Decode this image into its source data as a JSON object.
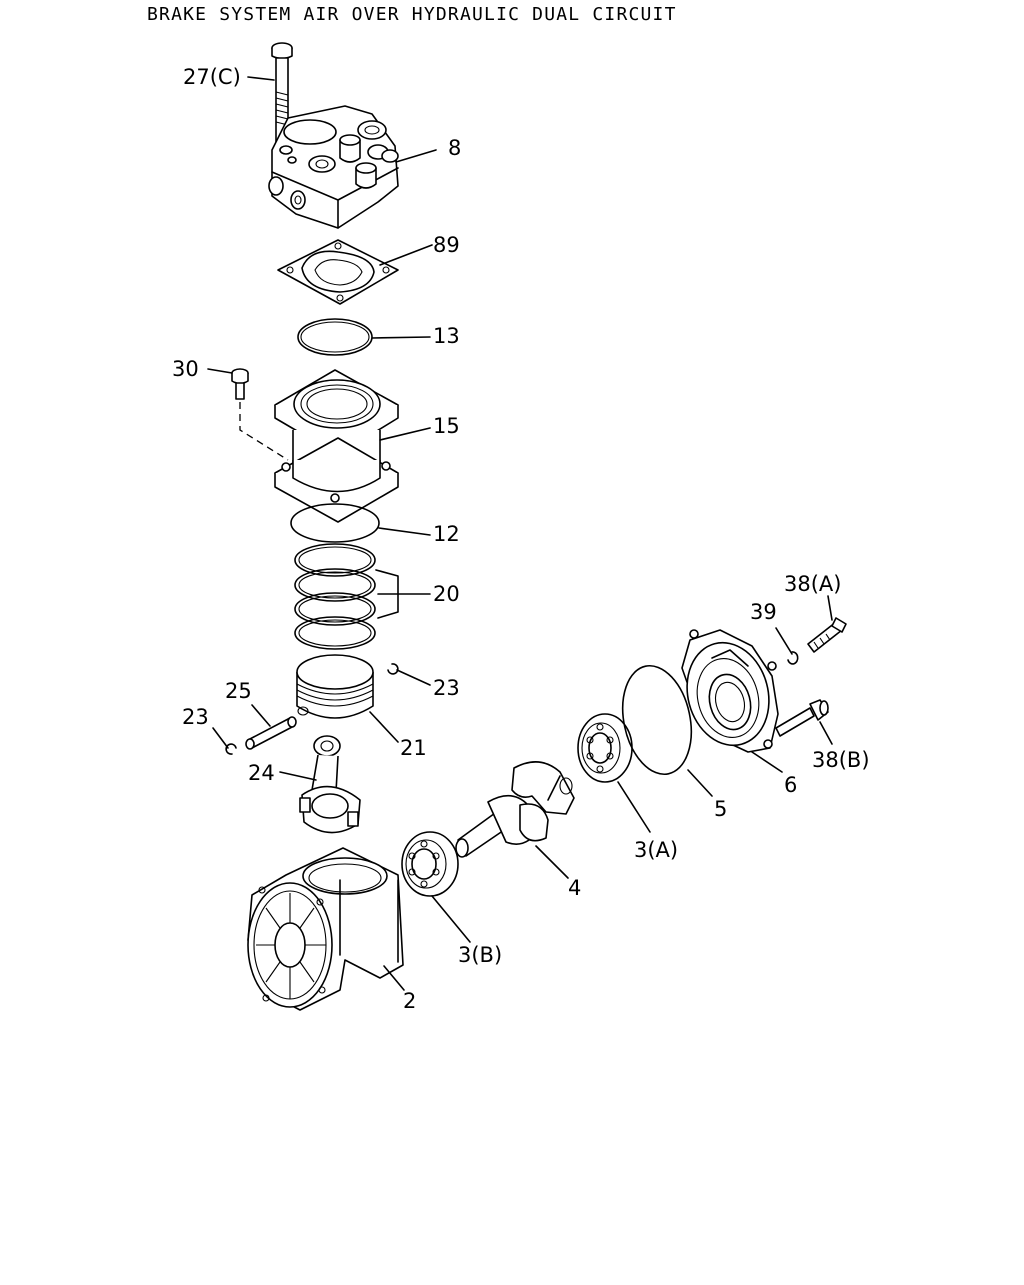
{
  "title": "BRAKE SYSTEM AIR OVER HYDRAULIC DUAL CIRCUIT",
  "callouts": {
    "c27c": "27(C)",
    "c8": "8",
    "c89": "89",
    "c13": "13",
    "c30": "30",
    "c15": "15",
    "c12": "12",
    "c20": "20",
    "c23a": "23",
    "c25": "25",
    "c23b": "23",
    "c21": "21",
    "c24": "24",
    "c38a": "38(A)",
    "c39": "39",
    "c38b": "38(B)",
    "c6": "6",
    "c5": "5",
    "c3a": "3(A)",
    "c4": "4",
    "c3b": "3(B)",
    "c2": "2"
  }
}
